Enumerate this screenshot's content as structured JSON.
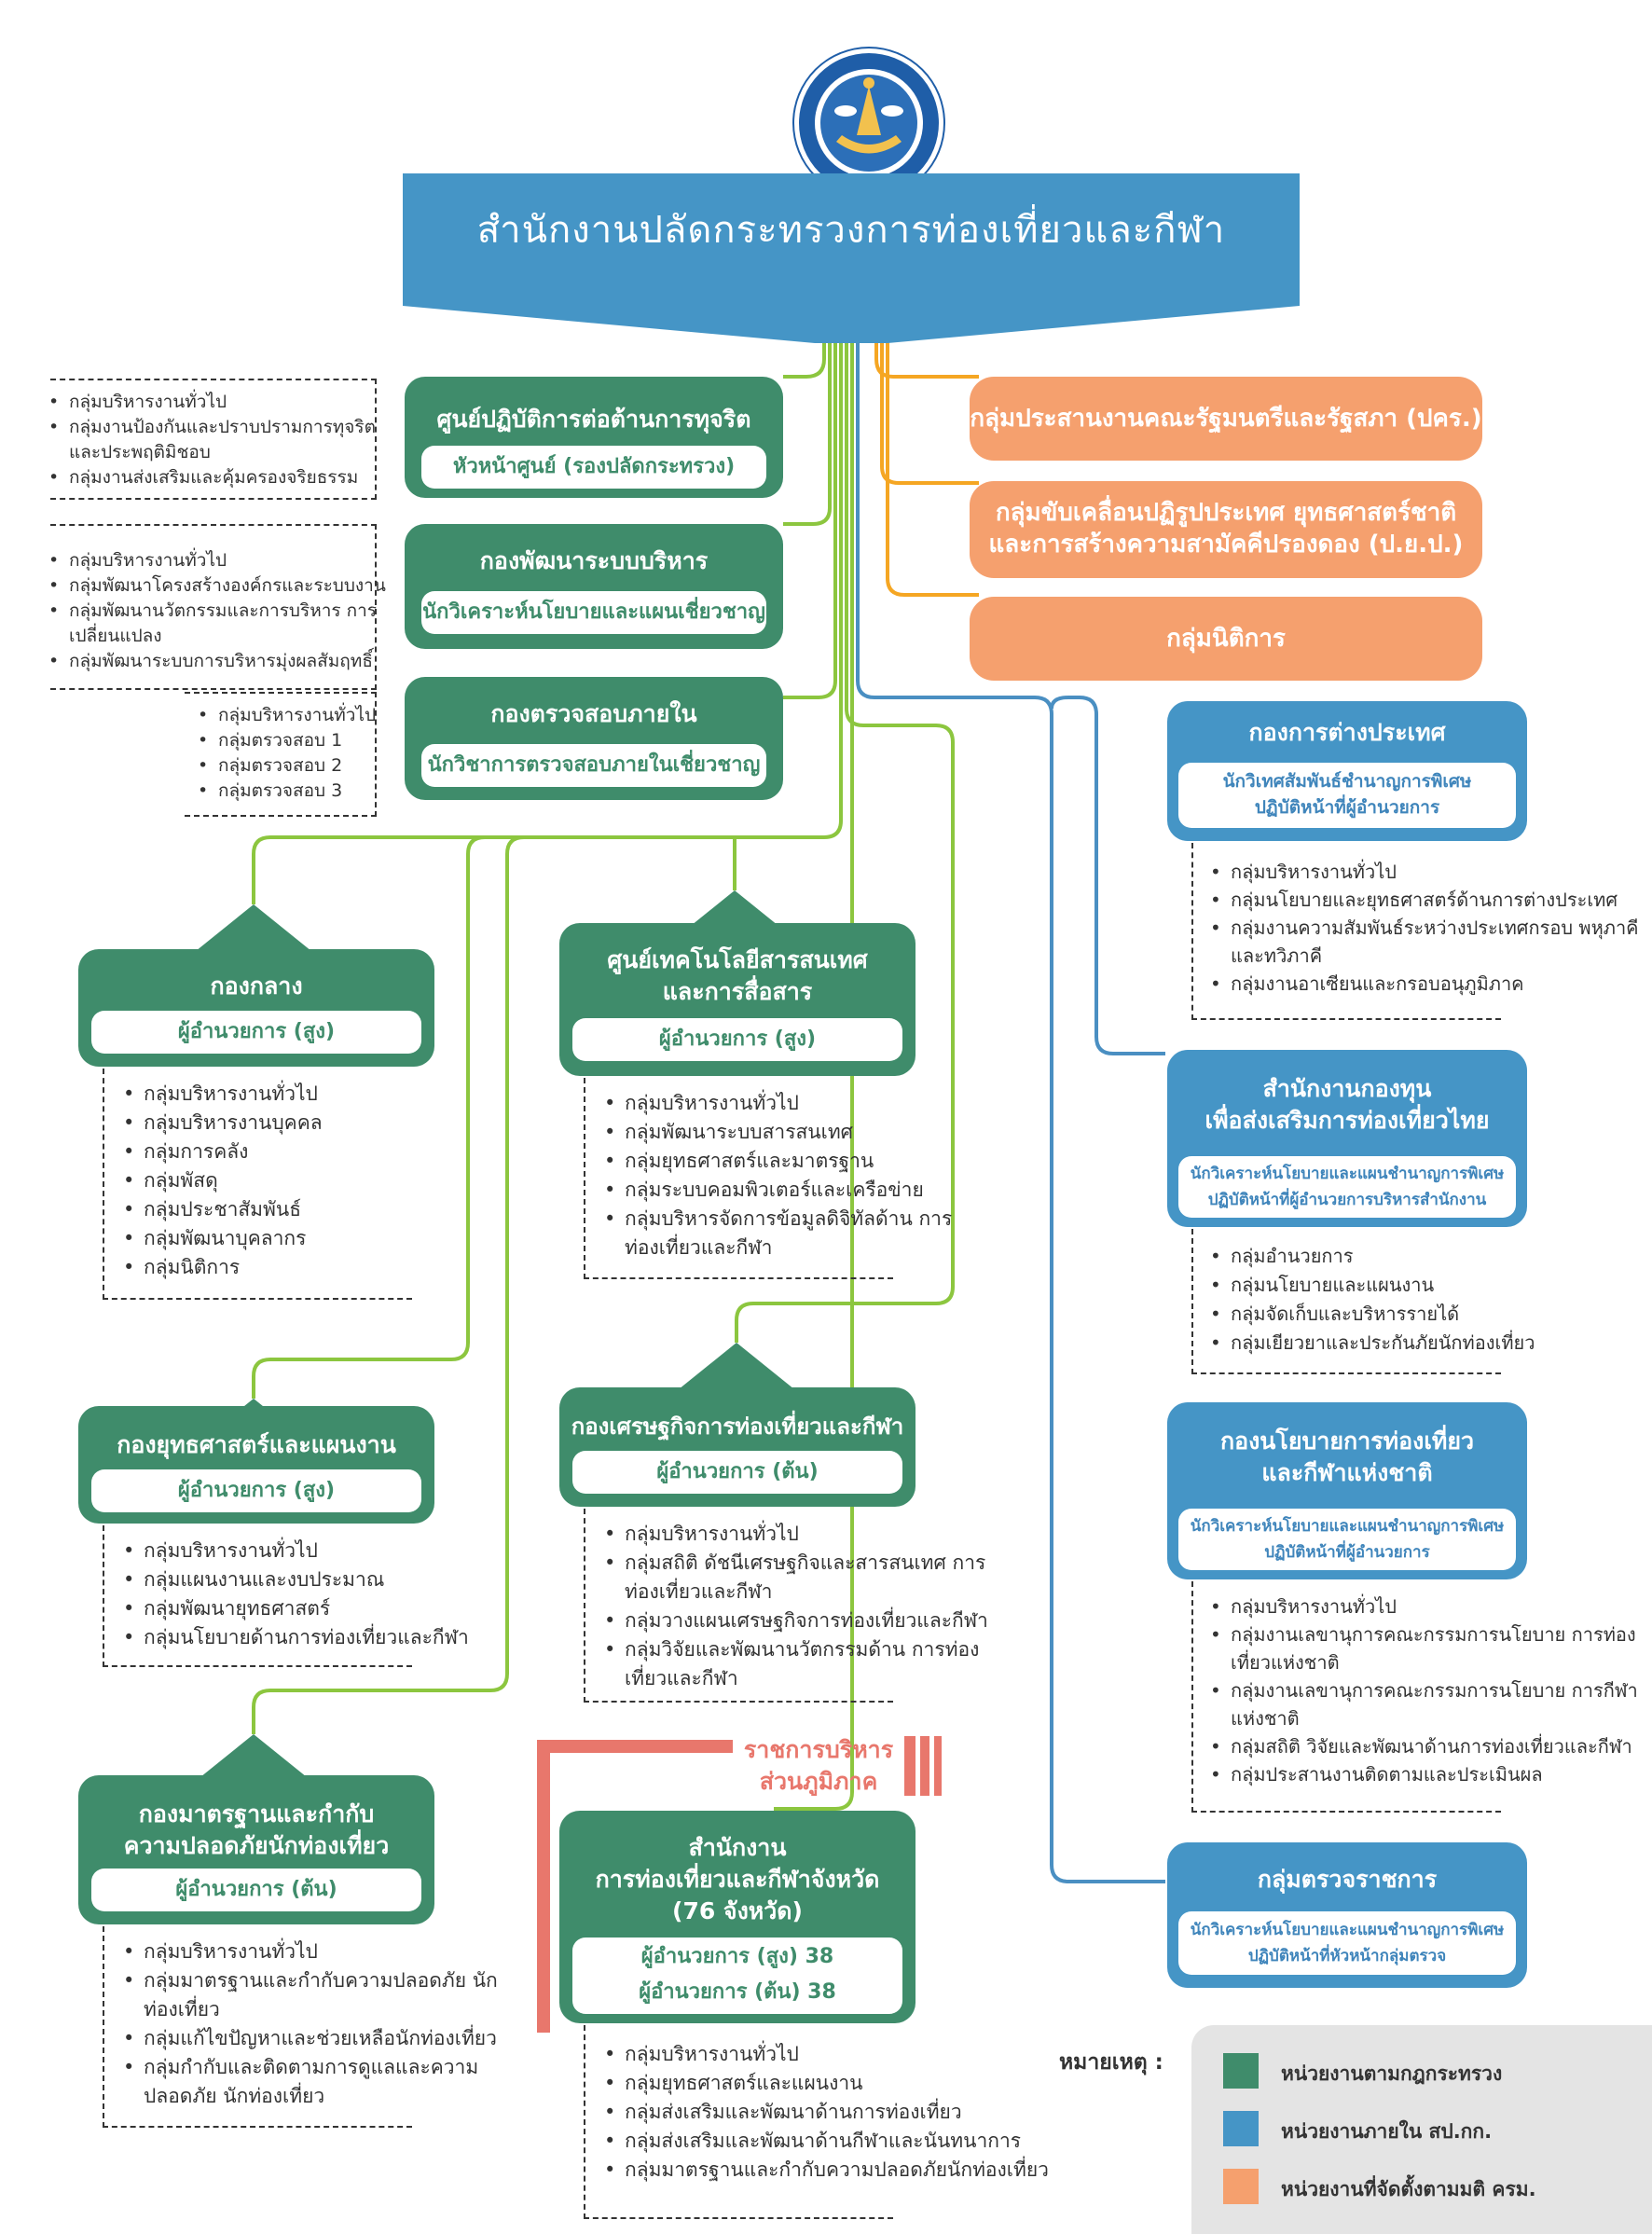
{
  "header": {
    "title": "สำนักงานปลัดกระทรวงการท่องเที่ยวและกีฬา",
    "logo": "ministry-seal-icon"
  },
  "colors": {
    "green": "#3f8c6b",
    "blue": "#4595c6",
    "orange": "#f5a06e",
    "line_green": "#8cc63f",
    "line_orange": "#f5a623",
    "line_blue": "#4a8fc2",
    "regional": "#e8776c"
  },
  "anti_corruption": {
    "title": "ศูนย์ปฏิบัติการต่อต้านการทุจริต",
    "head": "หัวหน้าศูนย์ (รองปลัดกระทรวง)",
    "groups": [
      "กลุ่มบริหารงานทั่วไป",
      "กลุ่มงานป้องกันและปราบปรามการทุจริต และประพฤติมิชอบ",
      "กลุ่มงานส่งเสริมและคุ้มครองจริยธรรม"
    ]
  },
  "admin_dev": {
    "title": "กองพัฒนาระบบบริหาร",
    "head": "นักวิเคราะห์นโยบายและแผนเชี่ยวชาญ",
    "groups": [
      "กลุ่มบริหารงานทั่วไป",
      "กลุ่มพัฒนาโครงสร้างองค์กรและระบบงาน",
      "กลุ่มพัฒนานวัตกรรมและการบริหาร การเปลี่ยนแปลง",
      "กลุ่มพัฒนาระบบการบริหารมุ่งผลสัมฤทธิ์"
    ]
  },
  "internal_audit": {
    "title": "กองตรวจสอบภายใน",
    "head": "นักวิชาการตรวจสอบภายในเชี่ยวชาญ",
    "groups": [
      "กลุ่มบริหารงานทั่วไป",
      "กลุ่มตรวจสอบ 1",
      "กลุ่มตรวจสอบ 2",
      "กลุ่มตรวจสอบ 3"
    ]
  },
  "orange_units": [
    "กลุ่มประสานงานคณะรัฐมนตรีและรัฐสภา (ปคร.)",
    "กลุ่มขับเคลื่อนปฏิรูปประเทศ ยุทธศาสตร์ชาติ",
    "และการสร้างความสามัคคีปรองดอง (ป.ย.ป.)",
    "กลุ่มนิติการ"
  ],
  "central": {
    "title": "กองกลาง",
    "head": "ผู้อำนวยการ (สูง)",
    "groups": [
      "กลุ่มบริหารงานทั่วไป",
      "กลุ่มบริหารงานบุคคล",
      "กลุ่มการคลัง",
      "กลุ่มพัสดุ",
      "กลุ่มประชาสัมพันธ์",
      "กลุ่มพัฒนาบุคลากร",
      "กลุ่มนิติการ"
    ]
  },
  "ict": {
    "title1": "ศูนย์เทคโนโลยีสารสนเทศ",
    "title2": "และการสื่อสาร",
    "head": "ผู้อำนวยการ (สูง)",
    "groups": [
      "กลุ่มบริหารงานทั่วไป",
      "กลุ่มพัฒนาระบบสารสนเทศ",
      "กลุ่มยุทธศาสตร์และมาตรฐาน",
      "กลุ่มระบบคอมพิวเตอร์และเครือข่าย",
      "กลุ่มบริหารจัดการข้อมูลดิจิทัลด้าน การท่องเที่ยวและกีฬา"
    ]
  },
  "strategy": {
    "title": "กองยุทธศาสตร์และแผนงาน",
    "head": "ผู้อำนวยการ (สูง)",
    "groups": [
      "กลุ่มบริหารงานทั่วไป",
      "กลุ่มแผนงานและงบประมาณ",
      "กลุ่มพัฒนายุทธศาสตร์",
      "กลุ่มนโยบายด้านการท่องเที่ยวและกีฬา"
    ]
  },
  "economy": {
    "title": "กองเศรษฐกิจการท่องเที่ยวและกีฬา",
    "head": "ผู้อำนวยการ (ต้น)",
    "groups": [
      "กลุ่มบริหารงานทั่วไป",
      "กลุ่มสถิติ ดัชนีเศรษฐกิจและสารสนเทศ การท่องเที่ยวและกีฬา",
      "กลุ่มวางแผนเศรษฐกิจการท่องเที่ยวและกีฬา",
      "กลุ่มวิจัยและพัฒนานวัตกรรมด้าน การท่องเที่ยวและกีฬา"
    ]
  },
  "safety": {
    "title1": "กองมาตรฐานและกำกับ",
    "title2": "ความปลอดภัยนักท่องเที่ยว",
    "head": "ผู้อำนวยการ (ต้น)",
    "groups": [
      "กลุ่มบริหารงานทั่วไป",
      "กลุ่มมาตรฐานและกำกับความปลอดภัย นักท่องเที่ยว",
      "กลุ่มแก้ไขปัญหาและช่วยเหลือนักท่องเที่ยว",
      "กลุ่มกำกับและติดตามการดูแลและความปลอดภัย นักท่องเที่ยว"
    ]
  },
  "regional": {
    "label1": "ราชการบริหาร",
    "label2": "ส่วนภูมิภาค",
    "title1": "สำนักงาน",
    "title2": "การท่องเที่ยวและกีฬาจังหวัด",
    "title3": "(76 จังหวัด)",
    "head1": "ผู้อำนวยการ (สูง) 38",
    "head2": "ผู้อำนวยการ (ต้น) 38",
    "groups": [
      "กลุ่มบริหารงานทั่วไป",
      "กลุ่มยุทธศาสตร์และแผนงาน",
      "กลุ่มส่งเสริมและพัฒนาด้านการท่องเที่ยว",
      "กลุ่มส่งเสริมและพัฒนาด้านกีฬาและนันทนาการ",
      "กลุ่มมาตรฐานและกำกับความปลอดภัยนักท่องเที่ยว"
    ]
  },
  "foreign": {
    "title": "กองการต่างประเทศ",
    "head1": "นักวิเทศสัมพันธ์ชำนาญการพิเศษ",
    "head2": "ปฏิบัติหน้าที่ผู้อำนวยการ",
    "groups": [
      "กลุ่มบริหารงานทั่วไป",
      "กลุ่มนโยบายและยุทธศาสตร์ด้านการต่างประเทศ",
      "กลุ่มงานความสัมพันธ์ระหว่างประเทศกรอบ พหุภาคีและทวิภาคี",
      "กลุ่มงานอาเซียนและกรอบอนุภูมิภาค"
    ]
  },
  "fund": {
    "title1": "สำนักงานกองทุน",
    "title2": "เพื่อส่งเสริมการท่องเที่ยวไทย",
    "head1": "นักวิเคราะห์นโยบายและแผนชำนาญการพิเศษ",
    "head2": "ปฏิบัติหน้าที่ผู้อำนวยการบริหารสำนักงาน",
    "groups": [
      "กลุ่มอำนวยการ",
      "กลุ่มนโยบายและแผนงาน",
      "กลุ่มจัดเก็บและบริหารรายได้",
      "กลุ่มเยียวยาและประกันภัยนักท่องเที่ยว"
    ]
  },
  "policy": {
    "title1": "กองนโยบายการท่องเที่ยว",
    "title2": "และกีฬาแห่งชาติ",
    "head1": "นักวิเคราะห์นโยบายและแผนชำนาญการพิเศษ",
    "head2": "ปฏิบัติหน้าที่ผู้อำนวยการ",
    "groups": [
      "กลุ่มบริหารงานทั่วไป",
      "กลุ่มงานเลขานุการคณะกรรมการนโยบาย การท่องเที่ยวแห่งชาติ",
      "กลุ่มงานเลขานุการคณะกรรมการนโยบาย การกีฬาแห่งชาติ",
      "กลุ่มสถิติ วิจัยและพัฒนาด้านการท่องเที่ยวและกีฬา",
      "กลุ่มประสานงานติดตามและประเมินผล"
    ]
  },
  "inspection": {
    "title": "กลุ่มตรวจราชการ",
    "head1": "นักวิเคราะห์นโยบายและแผนชำนาญการพิเศษ",
    "head2": "ปฏิบัติหน้าที่หัวหน้ากลุ่มตรวจ"
  },
  "legend": {
    "label": "หมายเหตุ :",
    "items": [
      {
        "text": "หน่วยงานตามกฎกระทรวง",
        "color": "#3f8c6b"
      },
      {
        "text": "หน่วยงานภายใน สป.กก.",
        "color": "#4595c6"
      },
      {
        "text": "หน่วยงานที่จัดตั้งตามมติ ครม.",
        "color": "#f5a06e"
      }
    ]
  }
}
